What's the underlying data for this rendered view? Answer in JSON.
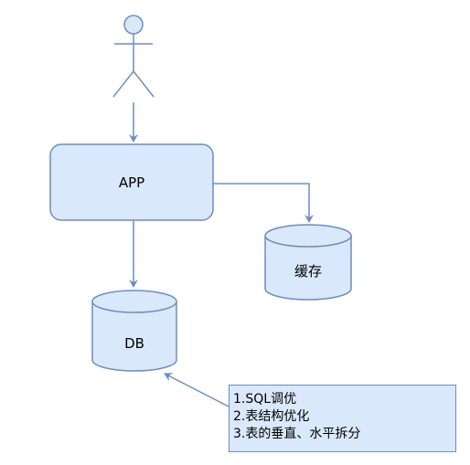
{
  "diagram": {
    "app_label": "APP",
    "cache_label": "缓存",
    "db_label": "DB",
    "note_lines": [
      "1.SQL调优",
      "2.表结构优化",
      "3.表的垂直、水平拆分"
    ]
  },
  "colors": {
    "fill": "#dae8fc",
    "stroke": "#6c8ebf",
    "edge": "#6c8ebf"
  }
}
